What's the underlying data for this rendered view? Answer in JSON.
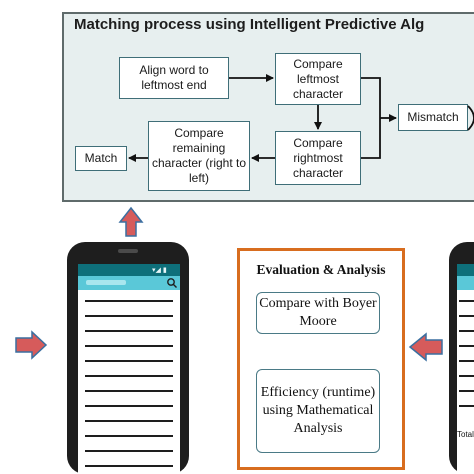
{
  "top": {
    "title": "Matching process using Intelligent Predictive Alg",
    "steps": {
      "align": "Align word to leftmost end",
      "compare_left": "Compare leftmost character",
      "compare_right": "Compare rightmost character",
      "compare_remaining": "Compare remaining character (right to left)",
      "mismatch": "Mismatch",
      "match": "Match"
    }
  },
  "evaluation": {
    "title": "Evaluation & Analysis",
    "step1": "Compare with Boyer Moore",
    "step2": "Efficiency (runtime) using Mathematical Analysis"
  },
  "phone_right": {
    "partial_label": "Totall"
  },
  "colors": {
    "panel_bg": "#e7efef",
    "box_border": "#3f6e78",
    "arrow_red": "#d65b5b",
    "arrow_blue_border": "#3a6fa0",
    "eval_border": "#d86d1f",
    "phone_body": "#1e1e1e",
    "phone_toolbar": "#5ac8d8"
  }
}
